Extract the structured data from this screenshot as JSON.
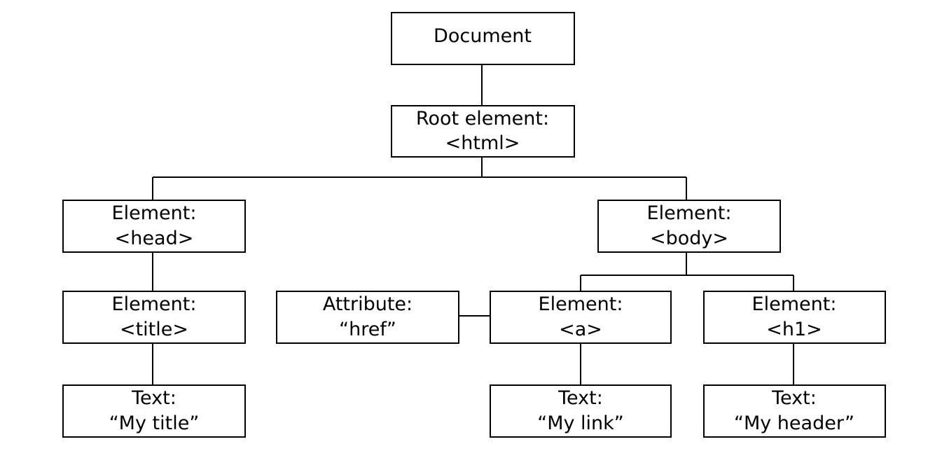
{
  "diagram": {
    "nodes": {
      "document": {
        "line1": "Document"
      },
      "root": {
        "line1": "Root element:",
        "line2": "<html>"
      },
      "head": {
        "line1": "Element:",
        "line2": "<head>"
      },
      "body": {
        "line1": "Element:",
        "line2": "<body>"
      },
      "title": {
        "line1": "Element:",
        "line2": "<title>"
      },
      "href": {
        "line1": "Attribute:",
        "line2": "“href”"
      },
      "a": {
        "line1": "Element:",
        "line2": "<a>"
      },
      "h1": {
        "line1": "Element:",
        "line2": "<h1>"
      },
      "text_title": {
        "line1": "Text:",
        "line2": "“My title”"
      },
      "text_link": {
        "line1": "Text:",
        "line2": "“My link”"
      },
      "text_header": {
        "line1": "Text:",
        "line2": "“My header”"
      }
    }
  }
}
